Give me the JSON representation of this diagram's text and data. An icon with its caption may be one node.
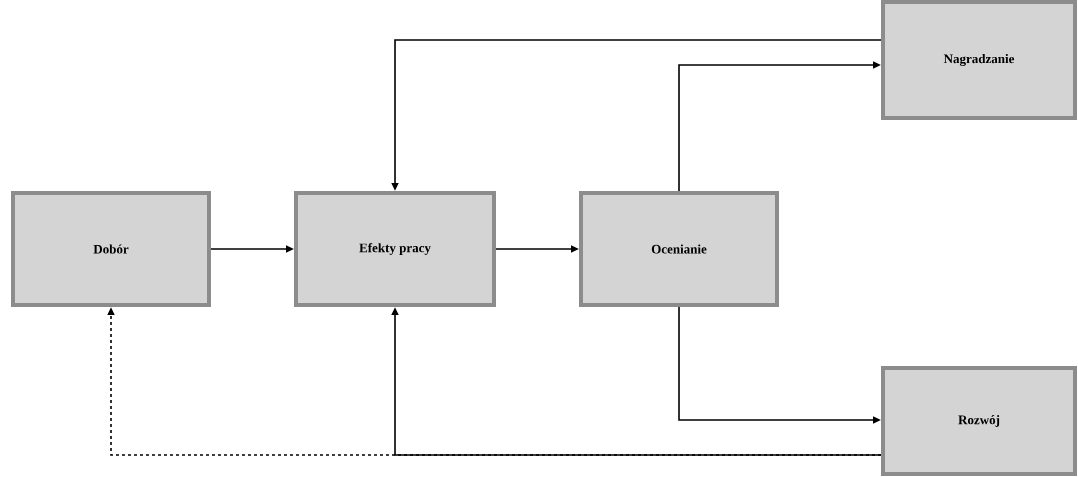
{
  "diagram": {
    "nodes": [
      {
        "text": [
          "Dobór"
        ]
      },
      {
        "text": [
          "Efekty pracy"
        ]
      },
      {
        "text": [
          "Ocenianie"
        ]
      },
      {
        "text": [
          "Nagradzanie"
        ]
      },
      {
        "text": [
          "Rozwój"
        ]
      }
    ],
    "edges": [
      {
        "from": 0,
        "to": 1,
        "arrow": "to"
      },
      {
        "from": 1,
        "to": 2,
        "arrow": "to"
      },
      {
        "from": 2,
        "to": 3,
        "arrow": "to"
      },
      {
        "from": 2,
        "to": 4,
        "arrow": "to"
      },
      {
        "from": 3,
        "to": 1,
        "arrow": "to"
      },
      {
        "from": 4,
        "to": 1,
        "arrow": "to"
      },
      {
        "from": 4,
        "to": 0,
        "arrow": "to",
        "style": "dashed"
      }
    ]
  }
}
